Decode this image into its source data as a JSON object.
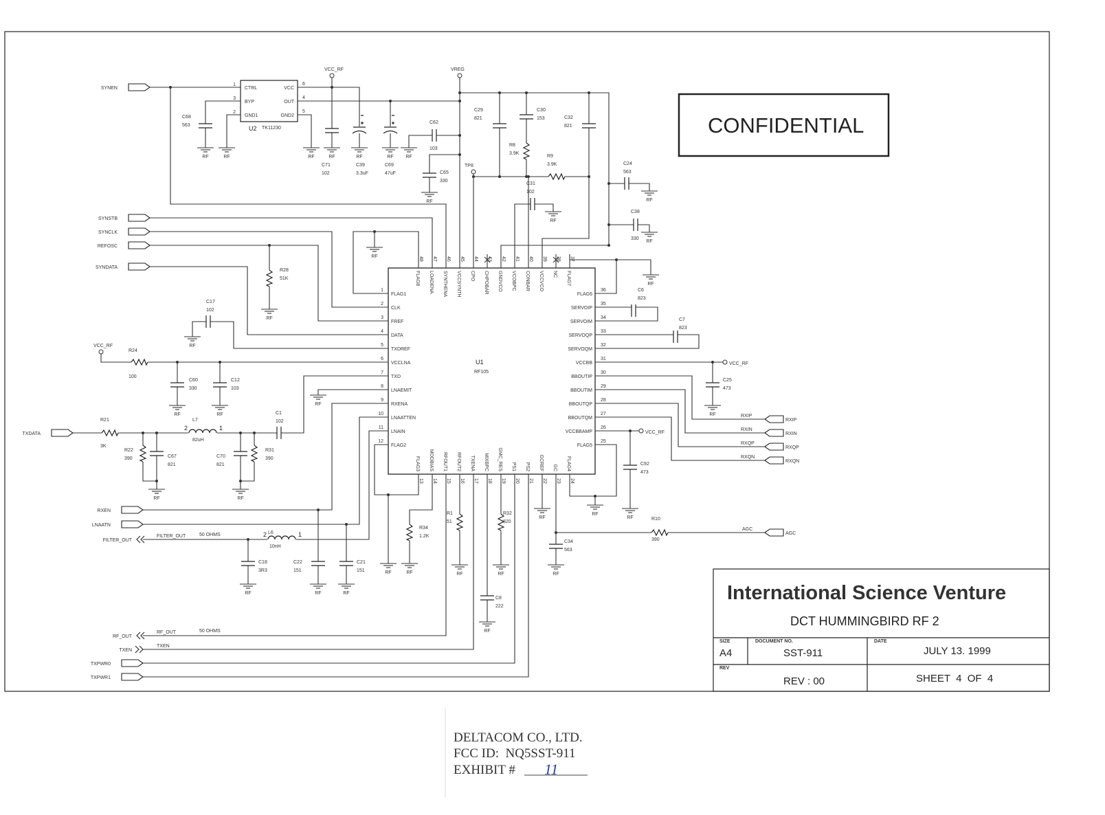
{
  "confidential": "CONFIDENTIAL",
  "title_block": {
    "company": "International Science Venture",
    "project": "DCT HUMMINGBIRD RF 2",
    "size_label": "SIZE",
    "size": "A4",
    "docno_label": "DOCUMENT NO.",
    "docno": "SST-911",
    "date_label": "DATE",
    "date": "JULY 13. 1999",
    "rev_label": "REV",
    "rev": "REV : 00",
    "sheet": "SHEET  4  OF  4"
  },
  "stamp": {
    "line1": "DELTACOM CO., LTD.",
    "line2": "FCC ID:  NQ5SST-911",
    "line3": "EXHIBIT #",
    "exhibit_number": "11"
  },
  "ground_label": "RF",
  "u1": {
    "ref": "U1",
    "part": "RF105",
    "left": [
      {
        "num": "1",
        "name": "FLAG1"
      },
      {
        "num": "2",
        "name": "CLK"
      },
      {
        "num": "3",
        "name": "FREF"
      },
      {
        "num": "4",
        "name": "DATA"
      },
      {
        "num": "5",
        "name": "TXDREF"
      },
      {
        "num": "6",
        "name": "VCCLNA"
      },
      {
        "num": "7",
        "name": "TXD"
      },
      {
        "num": "8",
        "name": "LNAEMIT"
      },
      {
        "num": "9",
        "name": "RXENA"
      },
      {
        "num": "10",
        "name": "LNAATTEN"
      },
      {
        "num": "11",
        "name": "LNAIN"
      },
      {
        "num": "12",
        "name": "FLAG2"
      }
    ],
    "right": [
      {
        "num": "36",
        "name": "FLAG6"
      },
      {
        "num": "35",
        "name": "SERVOIP"
      },
      {
        "num": "34",
        "name": "SERVOIM"
      },
      {
        "num": "33",
        "name": "SERVOQP"
      },
      {
        "num": "32",
        "name": "SERVOQM"
      },
      {
        "num": "31",
        "name": "VCCBB"
      },
      {
        "num": "30",
        "name": "BBOUTIP"
      },
      {
        "num": "29",
        "name": "BBOUTIM"
      },
      {
        "num": "28",
        "name": "BBOUTQP"
      },
      {
        "num": "27",
        "name": "BBOUTQM"
      },
      {
        "num": "26",
        "name": "VCCBBAMP"
      },
      {
        "num": "25",
        "name": "FLAG5"
      }
    ],
    "top": [
      {
        "num": "48",
        "name": "FLAG8"
      },
      {
        "num": "47",
        "name": "LOADENA"
      },
      {
        "num": "46",
        "name": "SYNTHENA"
      },
      {
        "num": "45",
        "name": "VCCSYNTH"
      },
      {
        "num": "44",
        "name": "CPO"
      },
      {
        "num": "43",
        "name": "CHPOBAR",
        "no_connect": true
      },
      {
        "num": "42",
        "name": "GNDVCO"
      },
      {
        "num": "41",
        "name": "VCOBPC"
      },
      {
        "num": "40",
        "name": "CONBAR"
      },
      {
        "num": "39",
        "name": "VCCVCO"
      },
      {
        "num": "38",
        "name": "NC",
        "no_connect": true
      },
      {
        "num": "37",
        "name": "FLAG7"
      }
    ],
    "bottom": [
      {
        "num": "13",
        "name": "FLAG3"
      },
      {
        "num": "14",
        "name": "MODBIAS"
      },
      {
        "num": "15",
        "name": "RFOUT1"
      },
      {
        "num": "16",
        "name": "RFOUT2"
      },
      {
        "num": "17",
        "name": "TXENA"
      },
      {
        "num": "18",
        "name": "MIXBPC"
      },
      {
        "num": "19",
        "name": "GMC_RES"
      },
      {
        "num": "20",
        "name": "PS1"
      },
      {
        "num": "21",
        "name": "PS2"
      },
      {
        "num": "22",
        "name": "GCREF"
      },
      {
        "num": "23",
        "name": "GC"
      },
      {
        "num": "24",
        "name": "FLAG4"
      }
    ]
  },
  "u2": {
    "ref": "U2",
    "part": "TK11230",
    "left": [
      {
        "num": "1",
        "name": "CTRL"
      },
      {
        "num": "3",
        "name": "BYP"
      },
      {
        "num": "2",
        "name": "GND1"
      }
    ],
    "right": [
      {
        "num": "6",
        "name": "VCC"
      },
      {
        "num": "4",
        "name": "OUT"
      },
      {
        "num": "5",
        "name": "GND2"
      }
    ]
  },
  "components": [
    {
      "ref": "C68",
      "value": "563"
    },
    {
      "ref": "C71",
      "value": "102"
    },
    {
      "ref": "C39",
      "value": "3.3uF"
    },
    {
      "ref": "C69",
      "value": "47uF"
    },
    {
      "ref": "C62",
      "value": "103"
    },
    {
      "ref": "C65",
      "value": "330"
    },
    {
      "ref": "C29",
      "value": "821"
    },
    {
      "ref": "C30",
      "value": "153"
    },
    {
      "ref": "R8",
      "value": "3.9K"
    },
    {
      "ref": "C32",
      "value": "821"
    },
    {
      "ref": "R9",
      "value": "3.9K"
    },
    {
      "ref": "C31",
      "value": "102"
    },
    {
      "ref": "C24",
      "value": "563"
    },
    {
      "ref": "C38",
      "value": "330"
    },
    {
      "ref": "R28",
      "value": "51K"
    },
    {
      "ref": "C17",
      "value": "102"
    },
    {
      "ref": "R24",
      "value": "100"
    },
    {
      "ref": "C60",
      "value": "330"
    },
    {
      "ref": "C12",
      "value": "103"
    },
    {
      "ref": "R21",
      "value": "3K"
    },
    {
      "ref": "R22",
      "value": "390"
    },
    {
      "ref": "C67",
      "value": "821"
    },
    {
      "ref": "L7",
      "value": "82uH",
      "pins": [
        "2",
        "1"
      ]
    },
    {
      "ref": "C70",
      "value": "821"
    },
    {
      "ref": "R31",
      "value": "390"
    },
    {
      "ref": "C1",
      "value": "102"
    },
    {
      "ref": "C18",
      "value": "3R3"
    },
    {
      "ref": "L6",
      "value": "10nH",
      "pins": [
        "2",
        "1"
      ]
    },
    {
      "ref": "C22",
      "value": "151"
    },
    {
      "ref": "C21",
      "value": "151"
    },
    {
      "ref": "R34",
      "value": "1.2K"
    },
    {
      "ref": "R1",
      "value": "51"
    },
    {
      "ref": "R32",
      "value": "820"
    },
    {
      "ref": "C8",
      "value": "222"
    },
    {
      "ref": "C34",
      "value": "563"
    },
    {
      "ref": "R10",
      "value": "390"
    },
    {
      "ref": "C6",
      "value": "823"
    },
    {
      "ref": "C7",
      "value": "823"
    },
    {
      "ref": "C25",
      "value": "473"
    },
    {
      "ref": "C92",
      "value": "473"
    }
  ],
  "ports": [
    {
      "name": "SYNEN"
    },
    {
      "name": "SYNSTB"
    },
    {
      "name": "SYNCLK"
    },
    {
      "name": "REFOSC"
    },
    {
      "name": "SYNDATA"
    },
    {
      "name": "TXDATA"
    },
    {
      "name": "RXEN"
    },
    {
      "name": "LNAATN"
    },
    {
      "name": "FILTER_OUT"
    },
    {
      "name": "RF_OUT"
    },
    {
      "name": "TXEN"
    },
    {
      "name": "TXPWR0"
    },
    {
      "name": "TXPWR1"
    },
    {
      "name": "RXIP"
    },
    {
      "name": "RXIN"
    },
    {
      "name": "RXQP"
    },
    {
      "name": "RXQN"
    },
    {
      "name": "AGC"
    }
  ],
  "net_labels": [
    {
      "text": "VCC_RF"
    },
    {
      "text": "VREG"
    },
    {
      "text": "TP8"
    },
    {
      "text": "VCC_RF"
    },
    {
      "text": "VCC_RF"
    },
    {
      "text": "VCC_RF"
    },
    {
      "text": "FILTER_OUT"
    },
    {
      "text": "50 OHMS"
    },
    {
      "text": "RF_OUT"
    },
    {
      "text": "50 OHMS"
    },
    {
      "text": "TXEN"
    },
    {
      "text": "RXIP"
    },
    {
      "text": "RXIN"
    },
    {
      "text": "RXQP"
    },
    {
      "text": "RXQN"
    },
    {
      "text": "AGC"
    }
  ]
}
